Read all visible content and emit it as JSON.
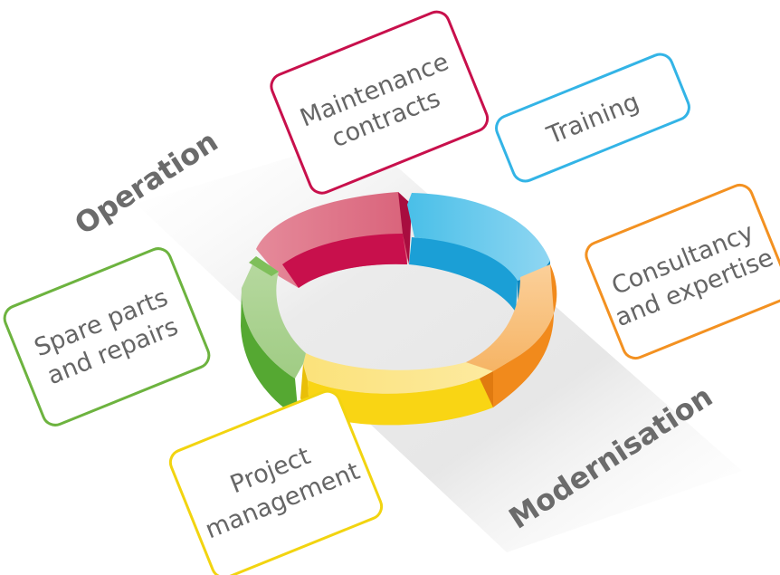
{
  "axes": {
    "operation": "Operation",
    "modernisation": "Modernisation"
  },
  "segments": [
    {
      "name": "maintenance",
      "color": "#c8104c"
    },
    {
      "name": "training",
      "color": "#1aa8de"
    },
    {
      "name": "consultancy",
      "color": "#f39121"
    },
    {
      "name": "project",
      "color": "#f7cf12"
    },
    {
      "name": "spare-parts",
      "color": "#5aaa35"
    }
  ],
  "callouts": {
    "maintenance": {
      "line1": "Maintenance",
      "line2": "contracts",
      "color": "#c8104c"
    },
    "training": {
      "line1": "Training",
      "color": "#33b4e6"
    },
    "consultancy": {
      "line1": "Consultancy",
      "line2": "and expertise",
      "color": "#f39121"
    },
    "project": {
      "line1": "Project",
      "line2": "management",
      "color": "#f2d410"
    },
    "spare_parts": {
      "line1": "Spare parts",
      "line2": "and repairs",
      "color": "#6db33f"
    }
  }
}
